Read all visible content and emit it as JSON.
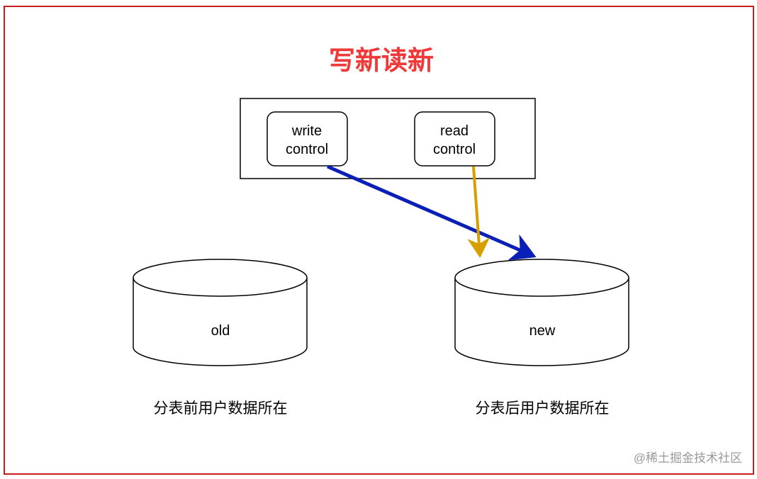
{
  "title": "写新读新",
  "control_box": {
    "write": [
      "write",
      "control"
    ],
    "read": [
      "read",
      "control"
    ]
  },
  "databases": {
    "old": {
      "label": "old",
      "caption": "分表前用户数据所在"
    },
    "new": {
      "label": "new",
      "caption": "分表后用户数据所在"
    }
  },
  "watermark": "@稀土掘金技术社区",
  "colors": {
    "title": "#f03a3a",
    "write_arrow": "#0a1fb5",
    "read_arrow": "#d89e00",
    "frame": "#c81e1e"
  }
}
